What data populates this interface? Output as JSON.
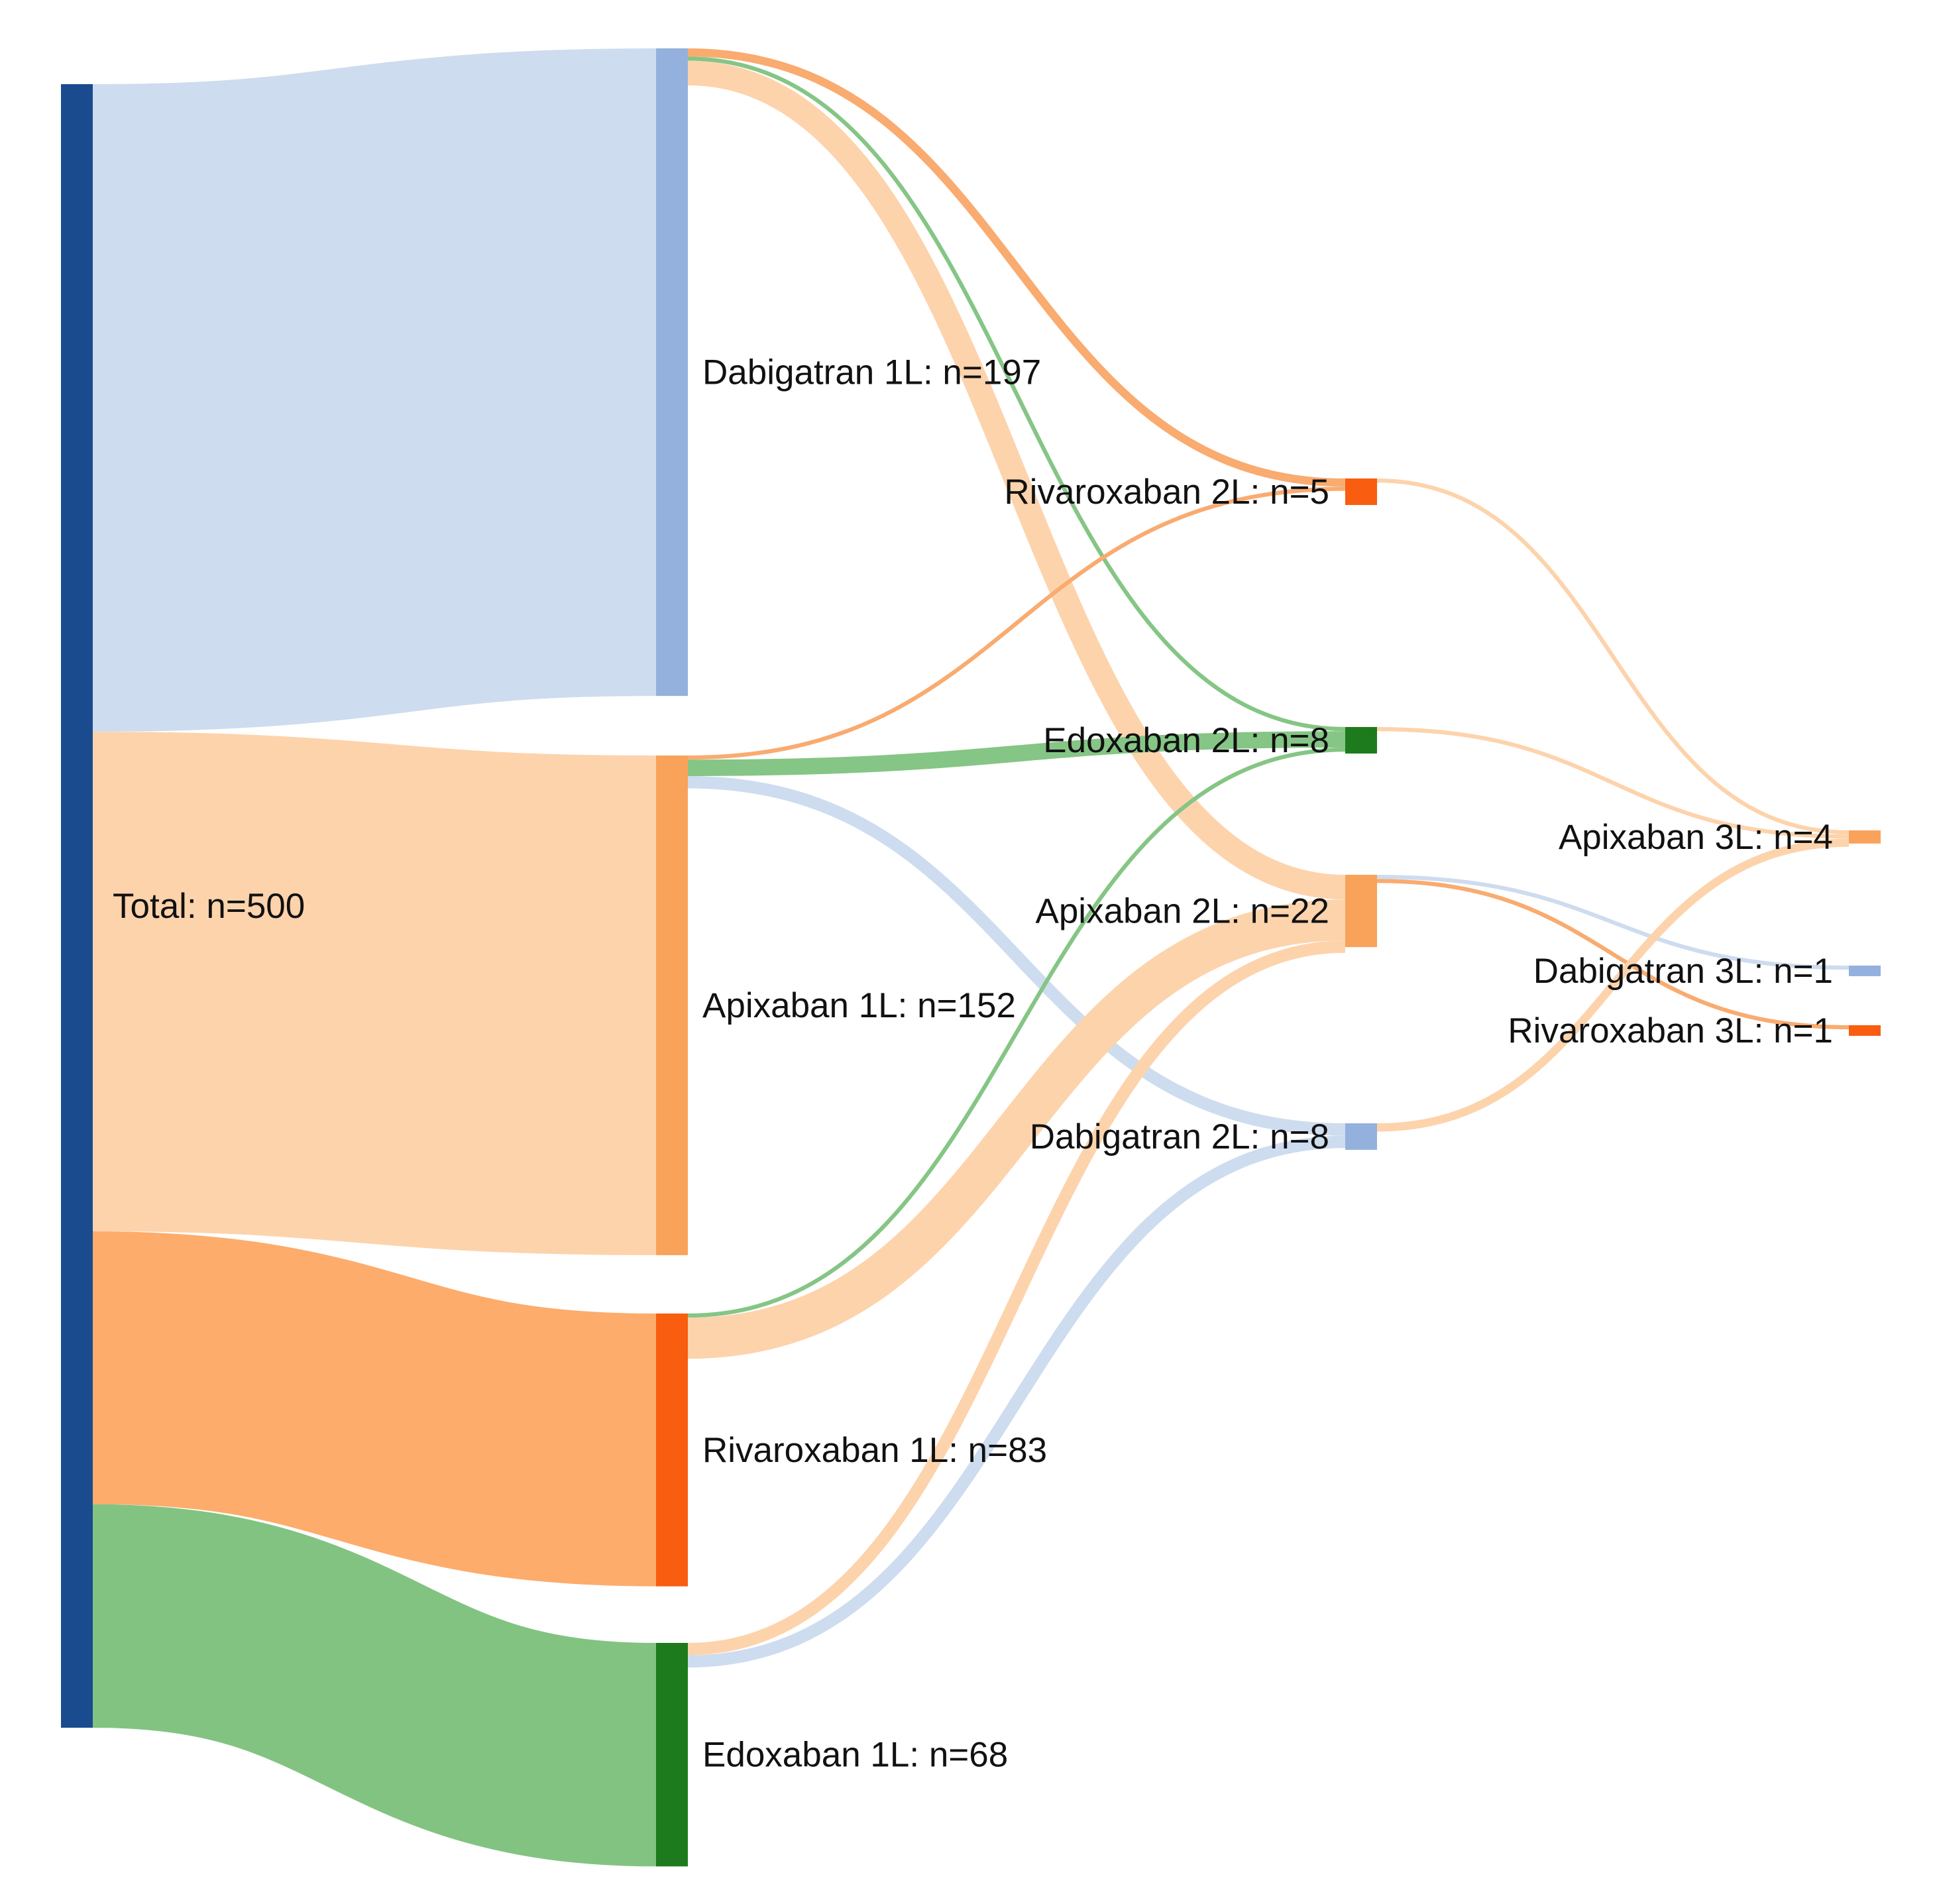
{
  "chart_data": {
    "type": "sankey",
    "nodes": [
      {
        "id": "total",
        "label": "Total: n=500",
        "value": 500,
        "column": 0,
        "color": "#1a4b8f"
      },
      {
        "id": "dab1",
        "label": "Dabigatran 1L: n=197",
        "value": 197,
        "column": 1,
        "color": "#93b1dc"
      },
      {
        "id": "api1",
        "label": "Apixaban 1L: n=152",
        "value": 152,
        "column": 1,
        "color": "#f9a25a"
      },
      {
        "id": "riv1",
        "label": "Rivaroxaban 1L: n=83",
        "value": 83,
        "column": 1,
        "color": "#f85d10"
      },
      {
        "id": "edo1",
        "label": "Edoxaban 1L: n=68",
        "value": 68,
        "column": 1,
        "color": "#1e7b1d"
      },
      {
        "id": "riv2",
        "label": "Rivaroxaban 2L: n=5",
        "value": 5,
        "column": 2,
        "color": "#f85d10"
      },
      {
        "id": "edo2",
        "label": "Edoxaban 2L: n=8",
        "value": 8,
        "column": 2,
        "color": "#1e7b1d"
      },
      {
        "id": "api2",
        "label": "Apixaban 2L: n=22",
        "value": 22,
        "column": 2,
        "color": "#f9a25a"
      },
      {
        "id": "dab2",
        "label": "Dabigatran 2L: n=8",
        "value": 8,
        "column": 2,
        "color": "#93b1dc"
      },
      {
        "id": "api3",
        "label": "Apixaban 3L: n=4",
        "value": 4,
        "column": 3,
        "color": "#f9a25a"
      },
      {
        "id": "dab3",
        "label": "Dabigatran 3L: n=1",
        "value": 1,
        "column": 3,
        "color": "#93b1dc"
      },
      {
        "id": "riv3",
        "label": "Rivaroxaban 3L: n=1",
        "value": 1,
        "column": 3,
        "color": "#f85d10"
      }
    ],
    "links": [
      {
        "source": "total",
        "target": "dab1",
        "value": 197,
        "color": "#cddcef"
      },
      {
        "source": "total",
        "target": "api1",
        "value": 152,
        "color": "#fdd3ac"
      },
      {
        "source": "total",
        "target": "riv1",
        "value": 83,
        "color": "#fdac6c"
      },
      {
        "source": "total",
        "target": "edo1",
        "value": 68,
        "color": "#82c382"
      },
      {
        "source": "dab1",
        "target": "riv2",
        "value": 2,
        "color": "#f9ab70"
      },
      {
        "source": "dab1",
        "target": "edo2",
        "value": 1,
        "color": "#85c585"
      },
      {
        "source": "dab1",
        "target": "api2",
        "value": 6,
        "color": "#fdd3ac"
      },
      {
        "source": "api1",
        "target": "riv2",
        "value": 1,
        "color": "#f9ab70"
      },
      {
        "source": "api1",
        "target": "edo2",
        "value": 4,
        "color": "#85c585"
      },
      {
        "source": "api1",
        "target": "dab2",
        "value": 3,
        "color": "#cddcef"
      },
      {
        "source": "riv1",
        "target": "edo2",
        "value": 1,
        "color": "#85c585"
      },
      {
        "source": "riv1",
        "target": "api2",
        "value": 10,
        "color": "#fdd3ac"
      },
      {
        "source": "edo1",
        "target": "api2",
        "value": 3,
        "color": "#fdd3ac"
      },
      {
        "source": "edo1",
        "target": "dab2",
        "value": 3,
        "color": "#cddcef"
      },
      {
        "source": "riv2",
        "target": "api3",
        "value": 1,
        "color": "#fdd3ac"
      },
      {
        "source": "edo2",
        "target": "api3",
        "value": 1,
        "color": "#fdd3ac"
      },
      {
        "source": "api2",
        "target": "dab3",
        "value": 1,
        "color": "#cddcef"
      },
      {
        "source": "api2",
        "target": "riv3",
        "value": 1,
        "color": "#f9ab70"
      },
      {
        "source": "dab2",
        "target": "api3",
        "value": 2,
        "color": "#fdd3ac"
      }
    ]
  }
}
